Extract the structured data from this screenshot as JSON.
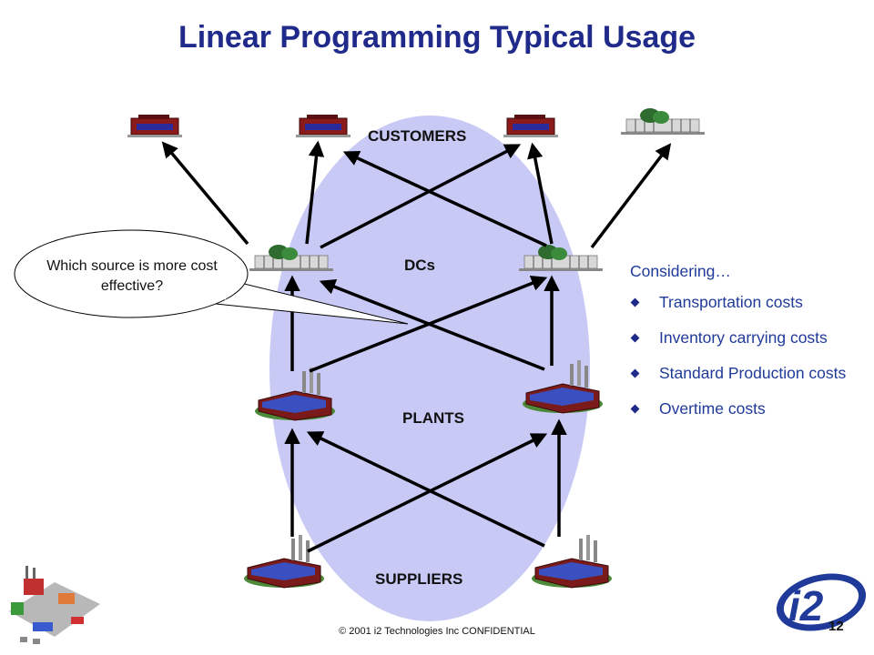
{
  "title": "Linear Programming Typical Usage",
  "tiers": {
    "customers": "CUSTOMERS",
    "dcs": "DCs",
    "plants": "PLANTS",
    "suppliers": "SUPPLIERS"
  },
  "callout": "Which source is more cost effective?",
  "considering": {
    "heading": "Considering…",
    "items": [
      "Transportation costs",
      "Inventory carrying costs",
      "Standard Production costs",
      "Overtime costs"
    ]
  },
  "footer": "© 2001 i2 Technologies Inc CONFIDENTIAL",
  "page_number": "12",
  "logo_text": "i2",
  "colors": {
    "title": "#1f2a8a",
    "ellipse": "#c8c9f5",
    "arrow": "#000000",
    "bullet_text": "#1f3a99"
  }
}
